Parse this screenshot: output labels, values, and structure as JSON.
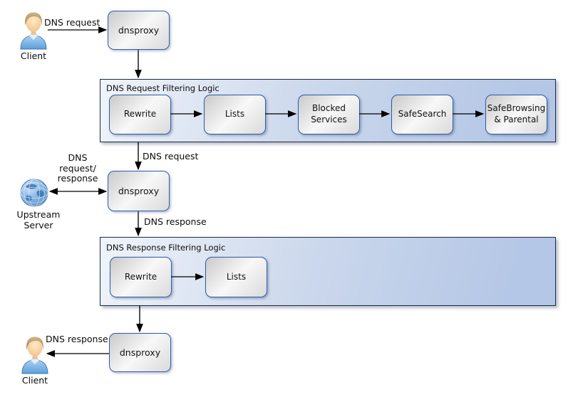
{
  "actors": {
    "client_top": {
      "label": "Client"
    },
    "upstream": {
      "label": "Upstream Server"
    },
    "client_bottom": {
      "label": "Client"
    }
  },
  "proxies": {
    "top": {
      "label": "dnsproxy"
    },
    "middle": {
      "label": "dnsproxy"
    },
    "bottom": {
      "label": "dnsproxy"
    }
  },
  "containers": {
    "request": {
      "title": "DNS Request Filtering Logic",
      "steps": [
        {
          "label": "Rewrite"
        },
        {
          "label": "Lists"
        },
        {
          "label": "Blocked Services"
        },
        {
          "label": "SafeSearch"
        },
        {
          "label": "SafeBrowsing & Parental"
        }
      ]
    },
    "response": {
      "title": "DNS Response Filtering Logic",
      "steps": [
        {
          "label": "Rewrite"
        },
        {
          "label": "Lists"
        }
      ]
    }
  },
  "edge_labels": {
    "client_request": "DNS request",
    "filtered_request": "DNS request",
    "upstream_exchange_lines": [
      "DNS",
      "request/",
      "response"
    ],
    "proxy_response": "DNS response",
    "client_response": "DNS response"
  },
  "colors": {
    "arrow": "#000000",
    "node_border": "#2b5ca8",
    "node_fill_light": "#f8f8f8",
    "node_fill_dark": "#cfcfcf",
    "container_border": "#1c2b42",
    "container_fill_light": "#f0f4fa",
    "container_fill_dark": "#b4c7e6",
    "person_shirt": "#5e9fdc",
    "person_hair": "#b79b63",
    "person_skin": "#f7d3a0",
    "globe_blue": "#5b93cf"
  }
}
